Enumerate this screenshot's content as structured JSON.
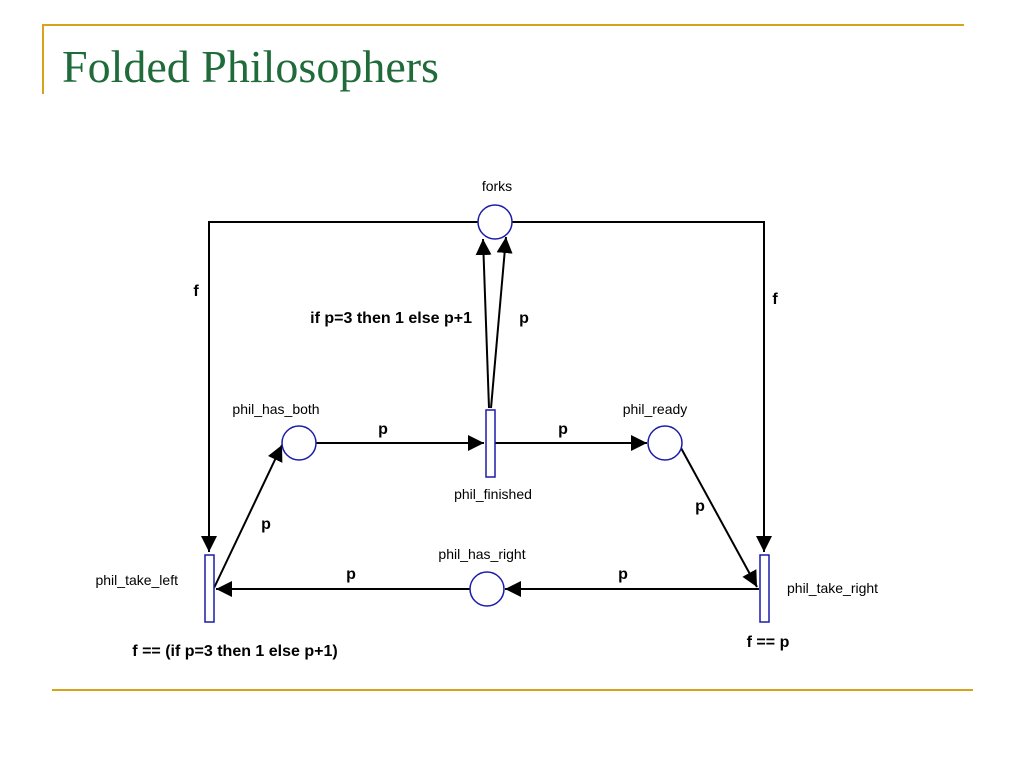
{
  "slide": {
    "title": "Folded Philosophers",
    "title_color": "#1f6b3a",
    "accent_color": "#d9a21b"
  },
  "net": {
    "node_color": "#1c1ca8",
    "arc_color": "#000000",
    "places": {
      "forks": "forks",
      "phil_has_both": "phil_has_both",
      "phil_ready": "phil_ready",
      "phil_has_right": "phil_has_right"
    },
    "transitions": {
      "phil_finished": "phil_finished",
      "phil_take_left": "phil_take_left",
      "phil_take_right": "phil_take_right"
    },
    "arc_labels": {
      "forks_to_take_left": "f",
      "forks_to_take_right": "f",
      "finished_to_forks_left": "if p=3 then 1 else p+1",
      "finished_to_forks_right": "p",
      "has_both_to_finished": "p",
      "finished_to_ready": "p",
      "ready_to_take_right": "p",
      "take_left_to_has_both": "p",
      "has_right_to_take_left": "p",
      "take_right_to_has_right": "p"
    },
    "guards": {
      "phil_take_left": "f == (if p=3 then 1 else p+1)",
      "phil_take_right": "f == p"
    }
  }
}
